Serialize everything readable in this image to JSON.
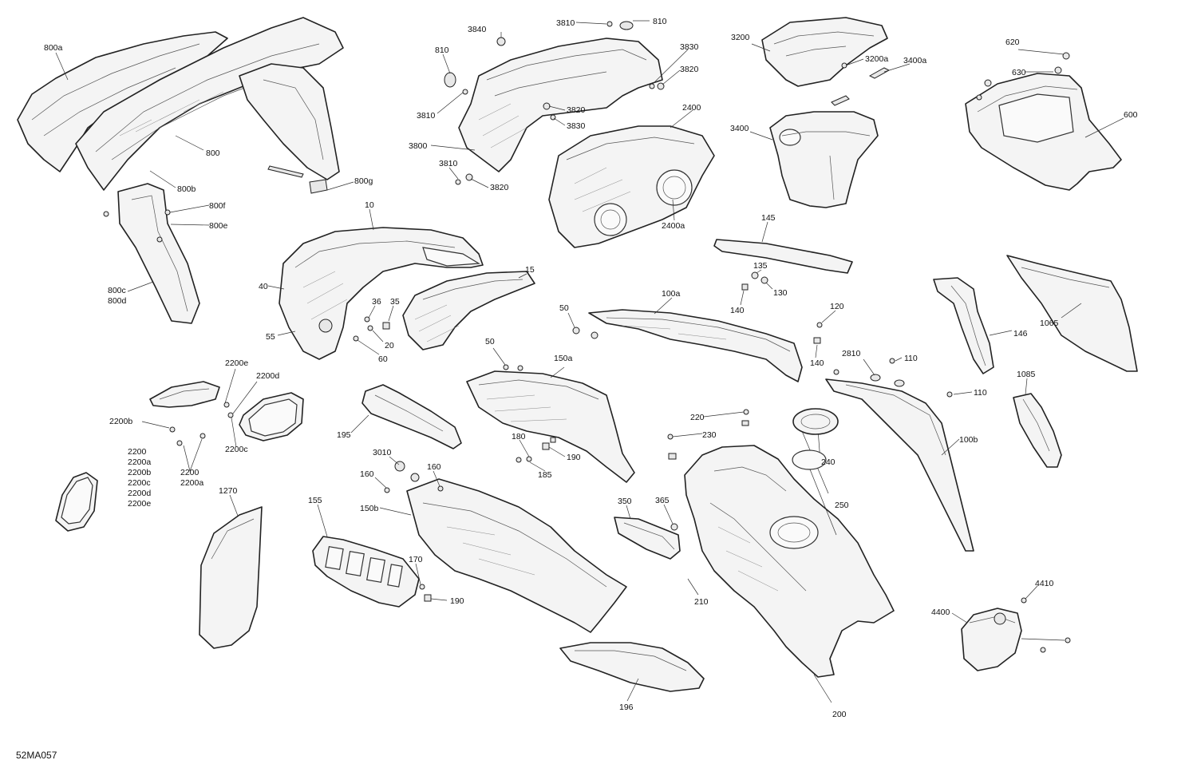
{
  "diagram_code": "52MA057",
  "callouts": {
    "c800a": "800a",
    "c800": "800",
    "c800b": "800b",
    "c800f": "800f",
    "c800e": "800e",
    "c800c": "800c",
    "c800d": "800d",
    "c800g": "800g",
    "c3840": "3840",
    "c3810a": "3810",
    "c810a": "810",
    "c810b": "810",
    "c3830a": "3830",
    "c3820a": "3820",
    "c3810b": "3810",
    "c3820b": "3820",
    "c3830b": "3830",
    "c3800": "3800",
    "c3810c": "3810",
    "c3820c": "3820",
    "c2400": "2400",
    "c2400a": "2400a",
    "c3200": "3200",
    "c3200a": "3200a",
    "c3400a": "3400a",
    "c3400": "3400",
    "c620": "620",
    "c630": "630",
    "c600": "600",
    "c10": "10",
    "c40": "40",
    "c55": "55",
    "c36": "36",
    "c35": "35",
    "c20": "20",
    "c60": "60",
    "c15": "15",
    "c145": "145",
    "c135": "135",
    "c130": "130",
    "c140a": "140",
    "c50a": "50",
    "c100a": "100a",
    "c120": "120",
    "c140b": "140",
    "c146": "146",
    "c1065": "1065",
    "c2200e_top": "2200e",
    "c2200d_top": "2200d",
    "c2200b_top": "2200b",
    "c2200c_top": "2200c",
    "c2200_bot": "2200",
    "c2200a_bot": "2200a",
    "c50b": "50",
    "c150a": "150a",
    "c195": "195",
    "c180": "180",
    "c190a": "190",
    "c185": "185",
    "c2810": "2810",
    "c110a": "110",
    "c110b": "110",
    "c1085": "1085",
    "c100b": "100b",
    "c220": "220",
    "c230": "230",
    "c240": "240",
    "c250": "250",
    "c3010": "3010",
    "c160a": "160",
    "c160b": "160",
    "c150b": "150b",
    "c155": "155",
    "c170": "170",
    "c190b": "190",
    "c1270": "1270",
    "c350": "350",
    "c365": "365",
    "c210": "210",
    "c200": "200",
    "c196": "196",
    "c4410": "4410",
    "c4400": "4400"
  },
  "callout_list_2200": [
    "2200",
    "2200a",
    "2200b",
    "2200c",
    "2200d",
    "2200e"
  ]
}
